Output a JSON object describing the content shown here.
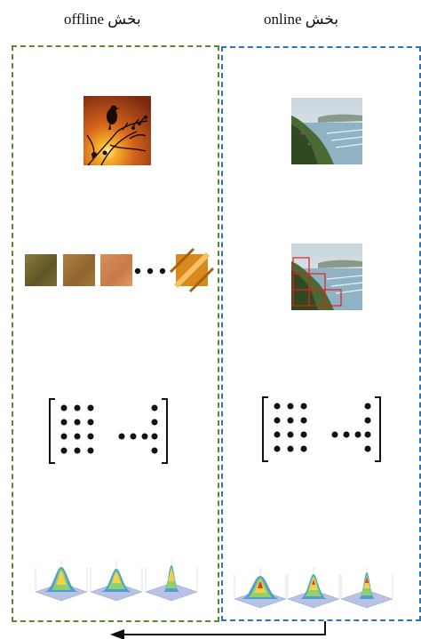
{
  "offline": {
    "title": "بخش offline"
  },
  "online": {
    "title": "بخش online"
  },
  "colors": {
    "offline_border": "#5a8a2c",
    "online_border": "#2e75b6",
    "grid_box": "#e0201a",
    "arrow": "#111111"
  },
  "icons": {
    "bird_photo": "bird-silhouette-sunset-photo",
    "coast_photo": "coastal-landscape-photo",
    "coast_grid_photo": "coastal-landscape-grid-photo",
    "matrix": "matrix-icon",
    "gaussian": "gaussian-surface-plot"
  }
}
